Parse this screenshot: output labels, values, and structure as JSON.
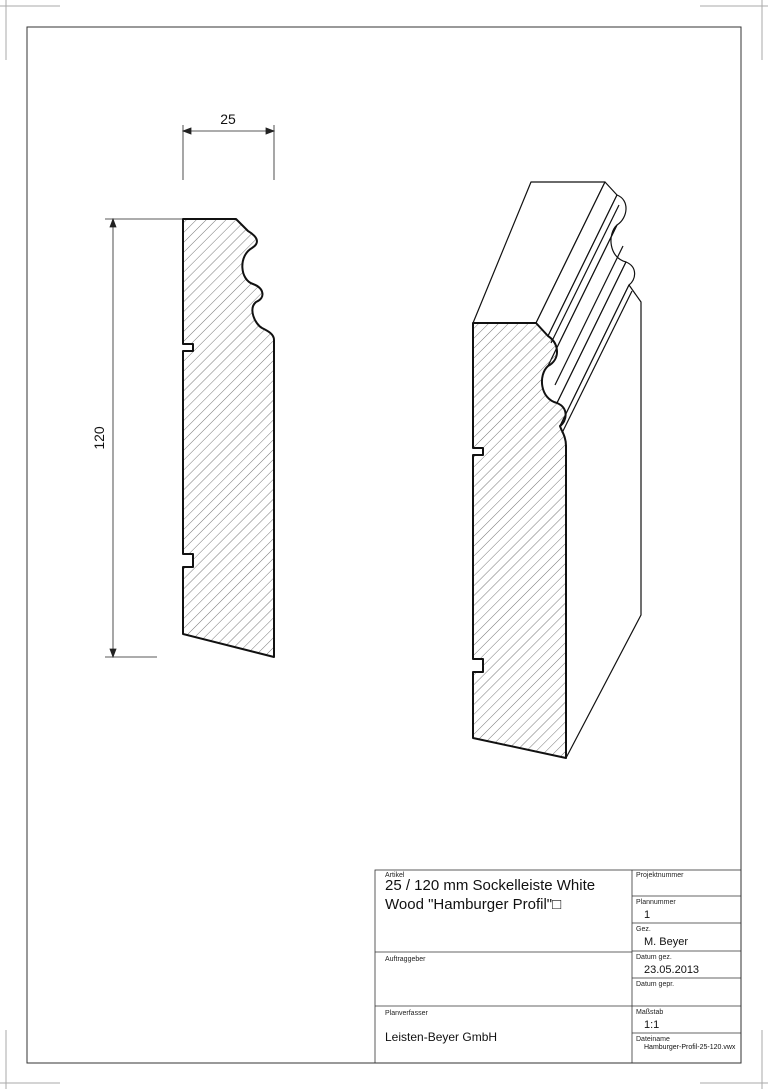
{
  "dimensions": {
    "width_label": "25",
    "height_label": "120"
  },
  "title_block": {
    "artikel_label": "Artikel",
    "title": "25 / 120 mm Sockelleiste White Wood \"Hamburger Profil\"□",
    "projektnummer_label": "Projektnummer",
    "projektnummer_value": "",
    "plannummer_label": "Plannummer",
    "plannummer_value": "1",
    "gez_label": "Gez.",
    "gez_value": "M. Beyer",
    "datum_gez_label": "Datum gez.",
    "datum_gez_value": "23.05.2013",
    "datum_gepr_label": "Datum gepr.",
    "datum_gepr_value": "",
    "auftraggeber_label": "Auftraggeber",
    "auftraggeber_value": "",
    "planverfasser_label": "Planverfasser",
    "planverfasser_value": "Leisten-Beyer GmbH",
    "massstab_label": "Maßstab",
    "massstab_value": "1:1",
    "dateiname_label": "Dateiname",
    "dateiname_value": "Hamburger-Profil-25-120.vwx"
  }
}
